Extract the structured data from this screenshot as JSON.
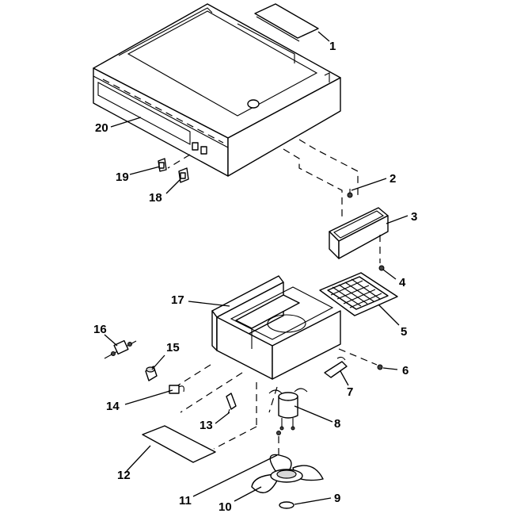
{
  "callouts": [
    {
      "number": "1"
    },
    {
      "number": "2"
    },
    {
      "number": "3"
    },
    {
      "number": "4"
    },
    {
      "number": "5"
    },
    {
      "number": "6"
    },
    {
      "number": "7"
    },
    {
      "number": "8"
    },
    {
      "number": "9"
    },
    {
      "number": "10"
    },
    {
      "number": "11"
    },
    {
      "number": "12"
    },
    {
      "number": "13"
    },
    {
      "number": "14"
    },
    {
      "number": "15"
    },
    {
      "number": "16"
    },
    {
      "number": "17"
    },
    {
      "number": "18"
    },
    {
      "number": "19"
    },
    {
      "number": "20"
    }
  ]
}
